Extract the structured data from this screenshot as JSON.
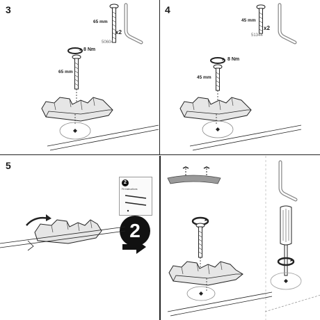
{
  "steps": {
    "s3": {
      "number": "3",
      "screw_length": "65 mm",
      "quantity": "x2",
      "part_number": "50604",
      "torque": "8 Nm",
      "side_length": "65 mm"
    },
    "s4": {
      "number": "4",
      "screw_length": "45 mm",
      "quantity": "x2",
      "part_number": "51344",
      "torque": "8 Nm",
      "side_length": "45 mm"
    },
    "s5": {
      "number": "5",
      "booklet_number": "2",
      "booklet_title": "Fit instructions",
      "big_number": "2"
    }
  },
  "icons": [
    "screw-icon",
    "hex-key-icon",
    "rotate-arrow-icon",
    "screwdriver-icon",
    "arrow-right-icon",
    "roof-foot-icon",
    "instruction-booklet-icon"
  ],
  "colors": {
    "line": "#1a1a1a",
    "gray": "#8a8a8a",
    "fill": "#e6e6e6"
  }
}
